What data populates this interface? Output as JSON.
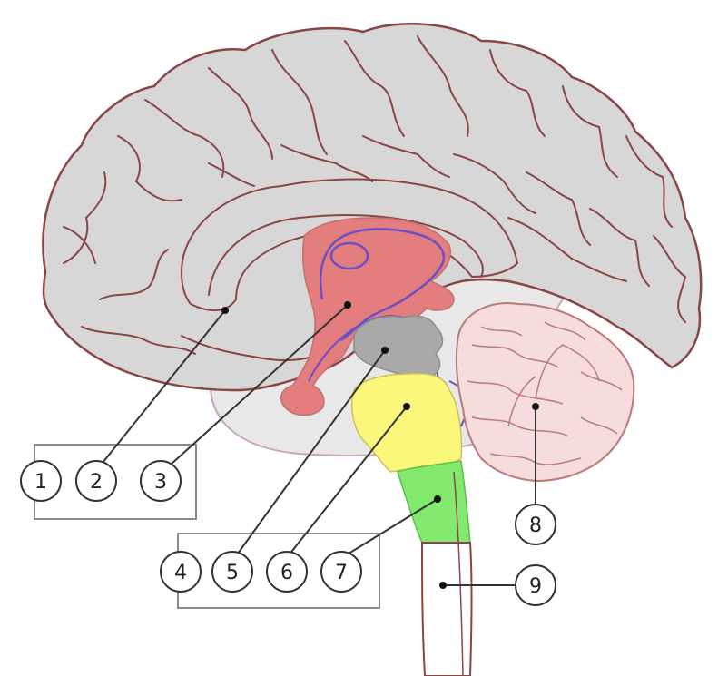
{
  "colors": {
    "cortex": "#d7d7d7",
    "cortex_outline": "#8a4545",
    "limbic_shade": "#e8e8e8",
    "diencephalon": "#e47d7d",
    "ventricle_outline": "#6c4fc4",
    "midbrain": "#a9a9a9",
    "pons": "#fbf77a",
    "medulla": "#83e86e",
    "cerebellum": "#f6dcdc",
    "cerebellum_outline": "#b97a7a",
    "spinal_cord": "#ffffff"
  },
  "labels": [
    {
      "id": "1",
      "text": "1"
    },
    {
      "id": "2",
      "text": "2"
    },
    {
      "id": "3",
      "text": "3"
    },
    {
      "id": "4",
      "text": "4"
    },
    {
      "id": "5",
      "text": "5"
    },
    {
      "id": "6",
      "text": "6"
    },
    {
      "id": "7",
      "text": "7"
    },
    {
      "id": "8",
      "text": "8"
    },
    {
      "id": "9",
      "text": "9"
    }
  ]
}
